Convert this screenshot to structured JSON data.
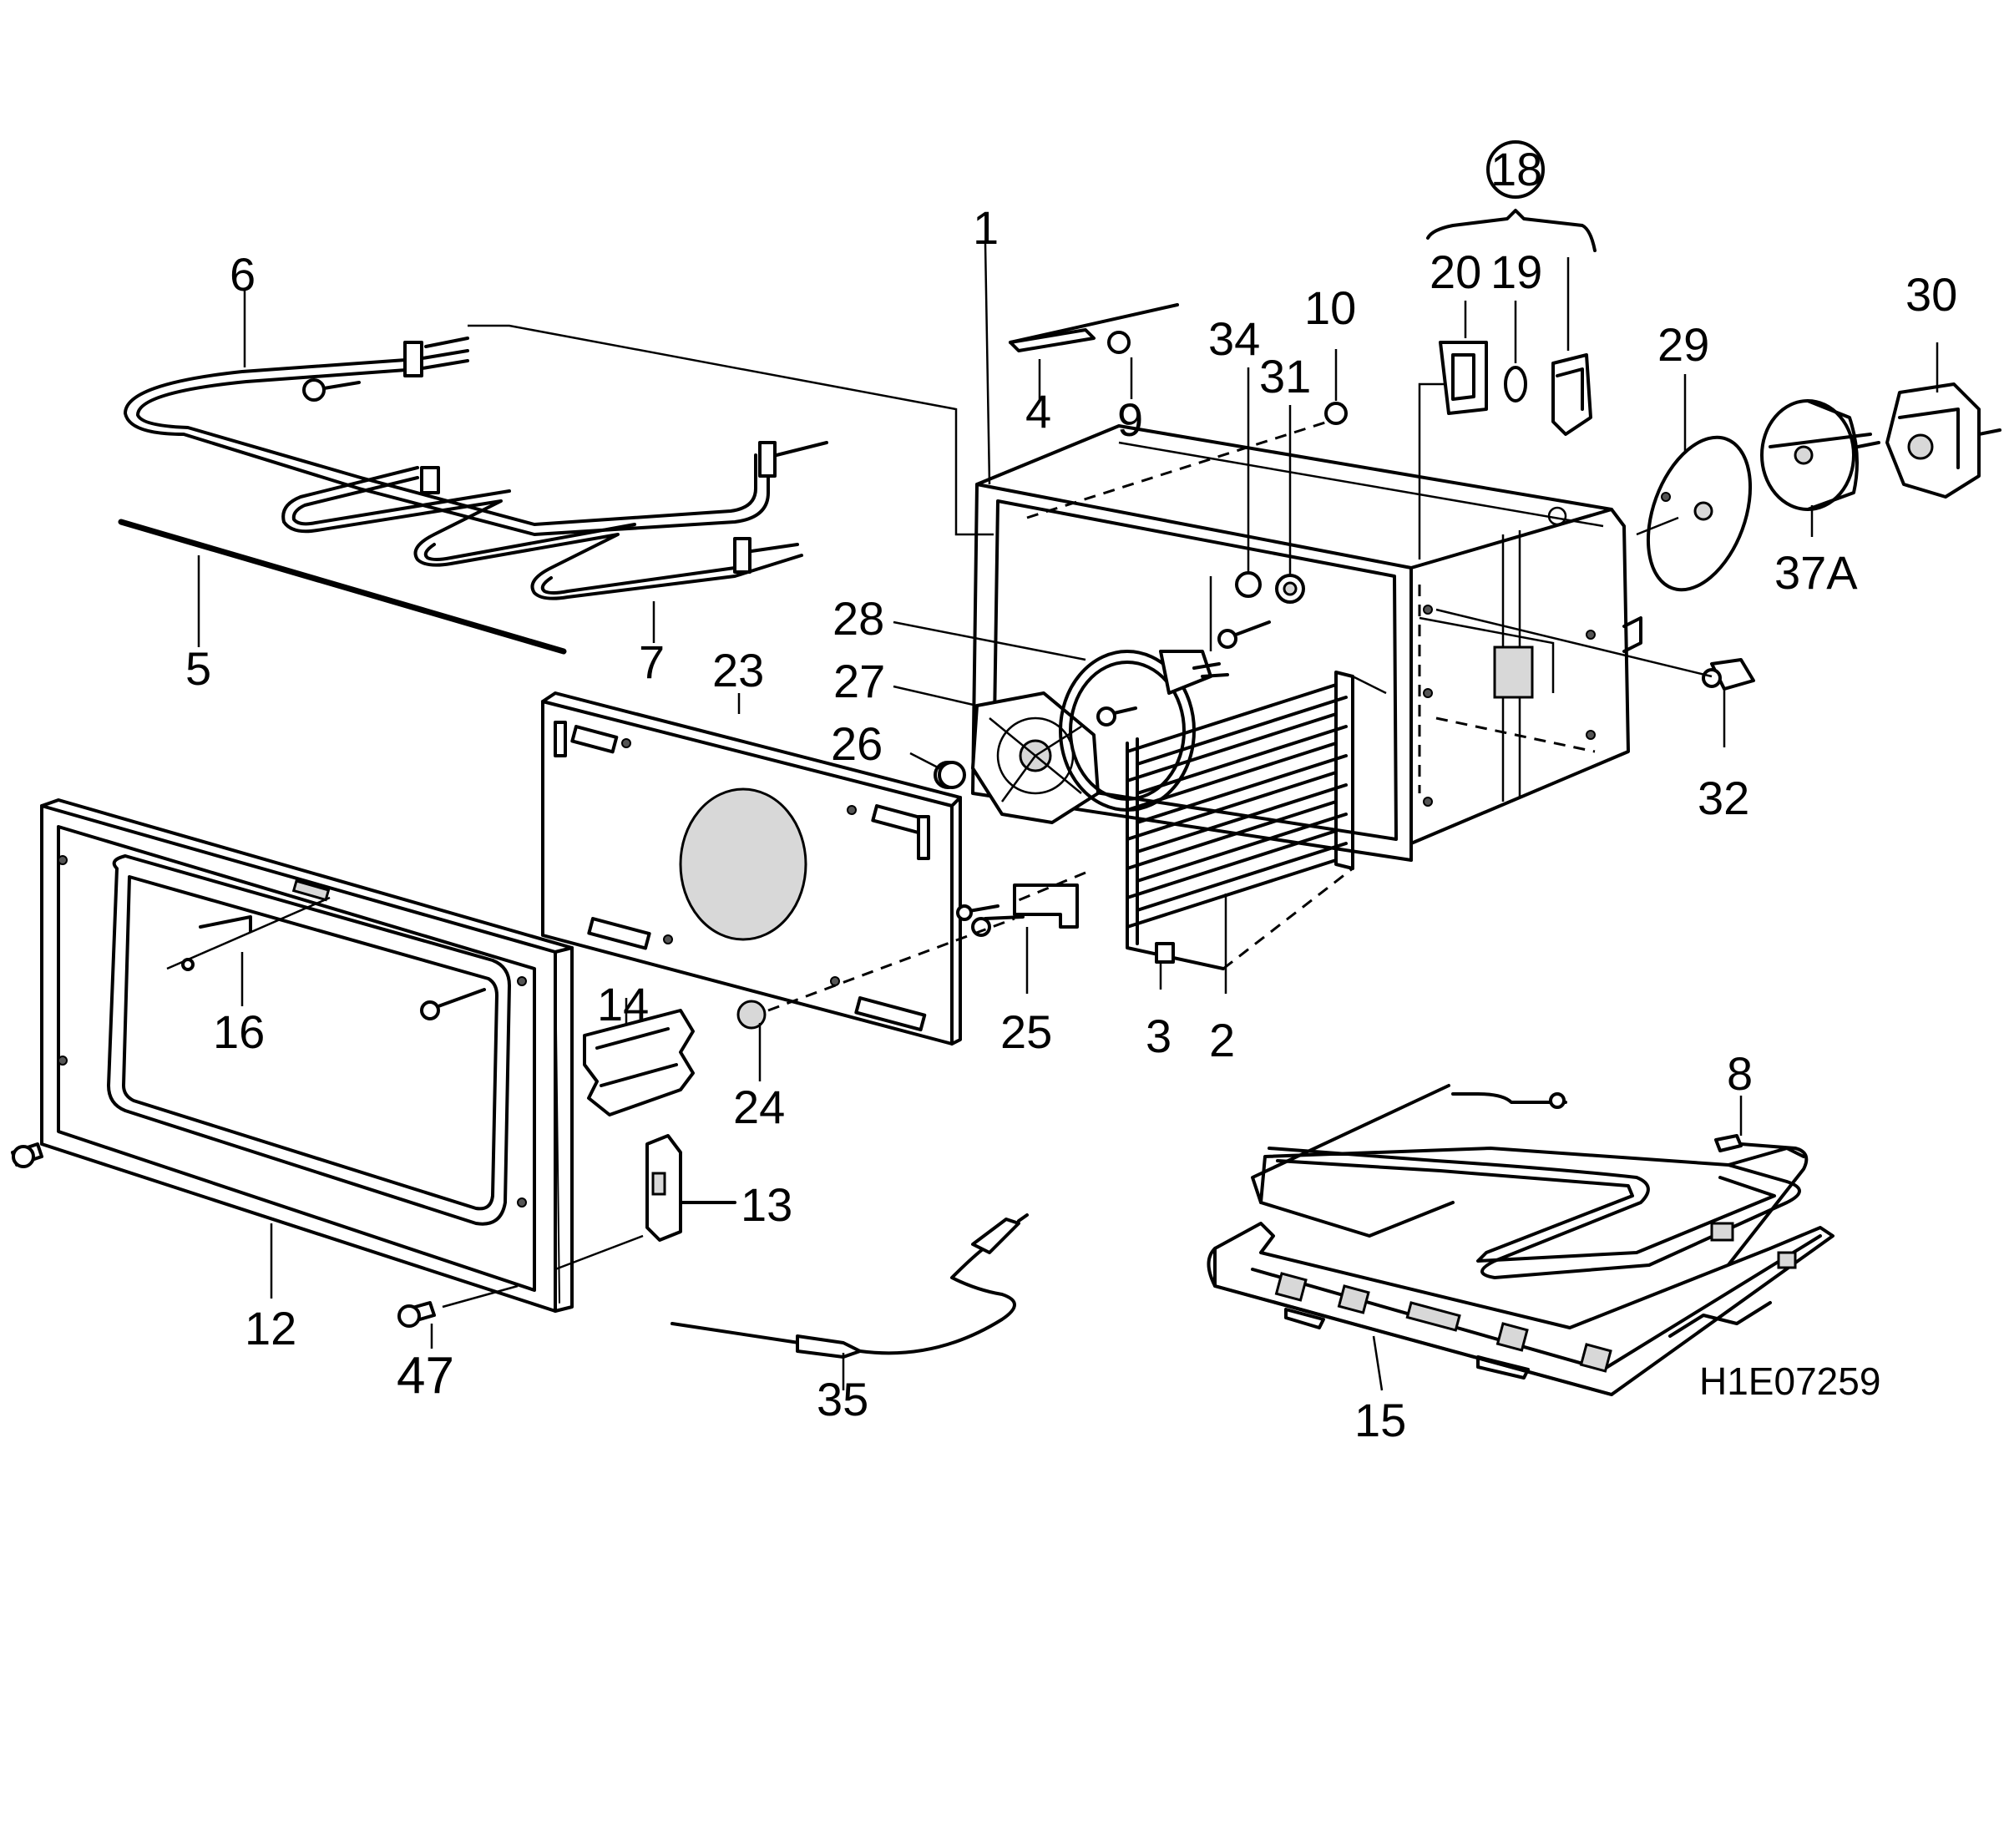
{
  "drawing_code": "H1E07259",
  "group_label": "18",
  "part_labels": {
    "p1": "1",
    "p2": "2",
    "p3": "3",
    "p4": "4",
    "p5": "5",
    "p6": "6",
    "p7": "7",
    "p8": "8",
    "p9": "9",
    "p10": "10",
    "p12": "12",
    "p13": "13",
    "p14": "14",
    "p15": "15",
    "p16": "16",
    "p19": "19",
    "p20": "20",
    "p23": "23",
    "p24": "24",
    "p25": "25",
    "p26": "26",
    "p27": "27",
    "p28": "28",
    "p29": "29",
    "p30": "30",
    "p31": "31",
    "p32": "32",
    "p34": "34",
    "p35": "35",
    "p37a": "37A",
    "p47": "47"
  }
}
